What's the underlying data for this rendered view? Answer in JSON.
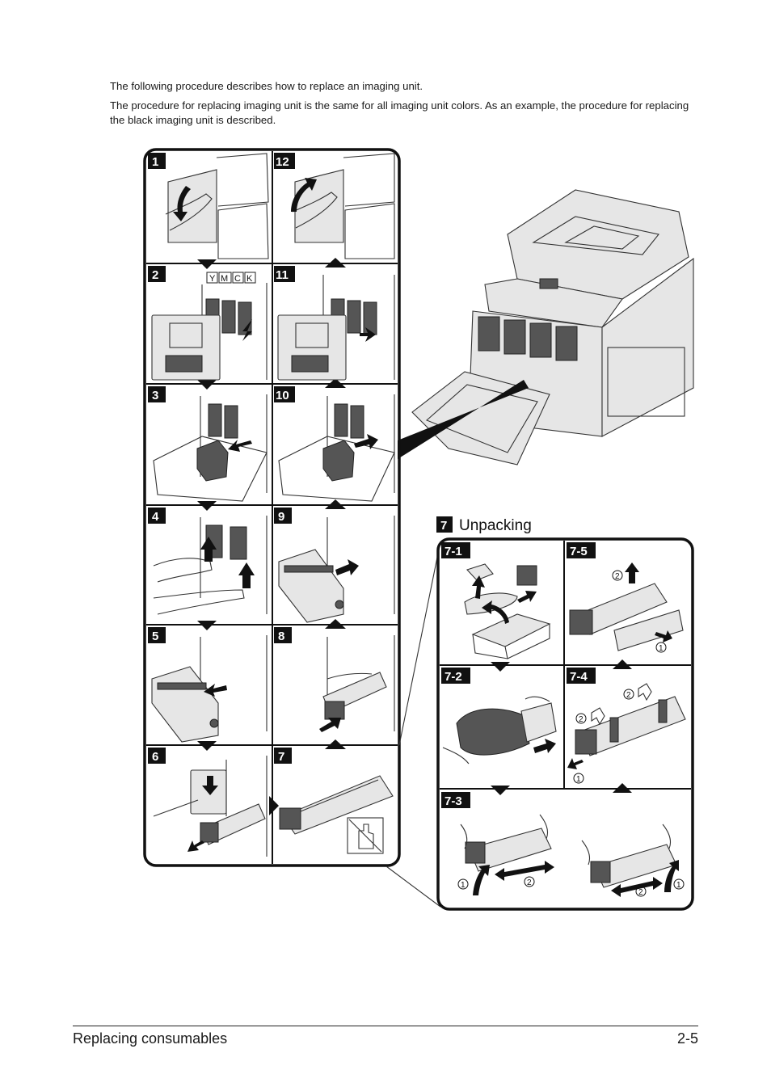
{
  "intro": {
    "line1": "The following procedure describes how to replace an imaging unit.",
    "line2": "The procedure for replacing imaging unit is the same for all imaging unit colors. As an example, the procedure for replacing the black imaging unit is described."
  },
  "steps": {
    "s1": "1",
    "s2": "2",
    "s3": "3",
    "s4": "4",
    "s5": "5",
    "s6": "6",
    "s7": "7",
    "s8": "8",
    "s9": "9",
    "s10": "10",
    "s11": "11",
    "s12": "12"
  },
  "toner_labels": [
    "Y",
    "M",
    "C",
    "K"
  ],
  "unpacking": {
    "badge": "7",
    "title": "Unpacking",
    "steps": {
      "u1": "7-1",
      "u2": "7-2",
      "u3": "7-3",
      "u4": "7-4",
      "u5": "7-5"
    },
    "circle_1": "1",
    "circle_2": "2"
  },
  "footer": {
    "section": "Replacing consumables",
    "page": "2-5"
  }
}
